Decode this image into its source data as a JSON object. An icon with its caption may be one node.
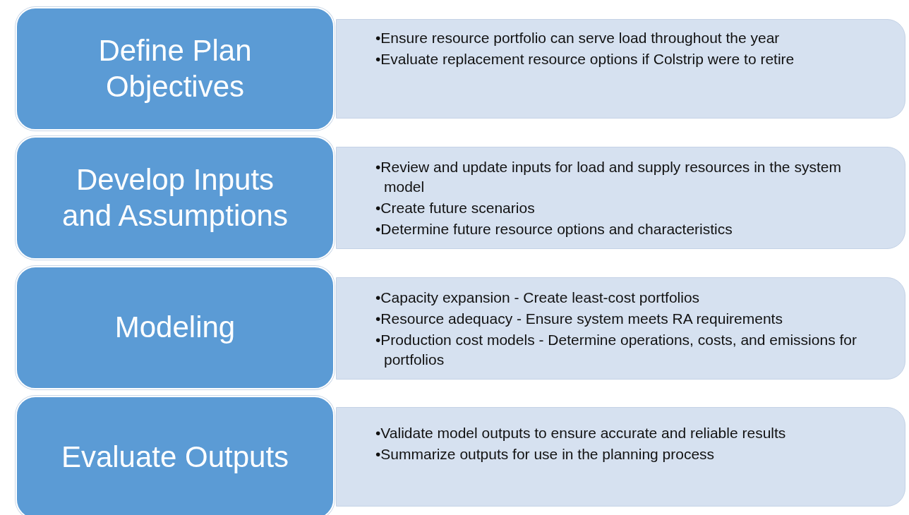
{
  "diagram": {
    "nodes": [
      {
        "text": [
          "Define Plan Objectives"
        ]
      },
      {
        "text": [
          "•Ensure resource portfolio can serve load throughout the year",
          "•Evaluate replacement resource options if Colstrip were to retire"
        ]
      },
      {
        "text": [
          "Develop Inputs and Assumptions"
        ]
      },
      {
        "text": [
          "•Review and update inputs for load and supply resources in the system model",
          "•Create future scenarios",
          "•Determine future resource options and characteristics"
        ]
      },
      {
        "text": [
          "Modeling"
        ]
      },
      {
        "text": [
          "•Capacity expansion - Create least-cost portfolios",
          "•Resource adequacy - Ensure system meets RA requirements",
          "•Production cost models - Determine operations, costs, and emissions for portfolios"
        ]
      },
      {
        "text": [
          "Evaluate Outputs"
        ]
      },
      {
        "text": [
          "•Validate model outputs to ensure accurate and reliable results",
          "•Summarize outputs for use in the planning process"
        ]
      }
    ]
  }
}
